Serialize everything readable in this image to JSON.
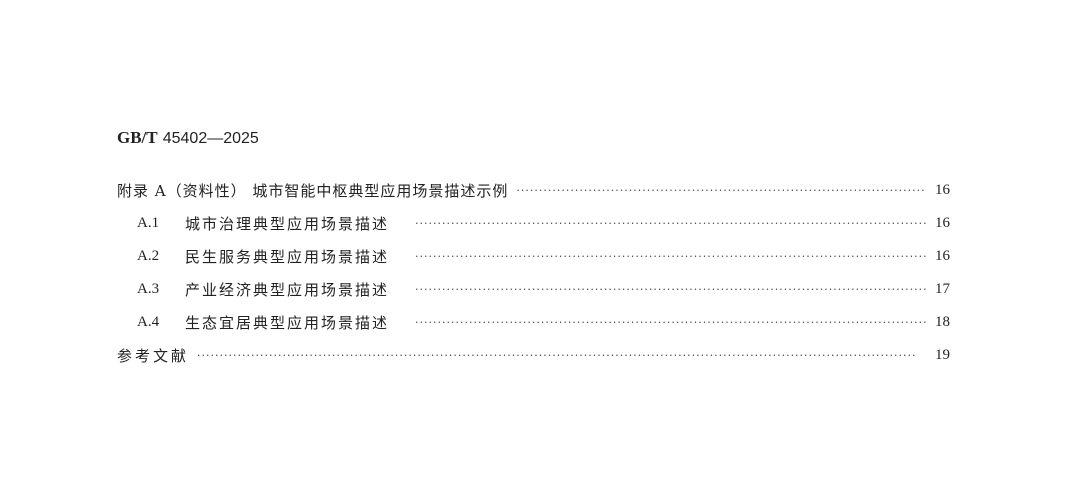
{
  "header": {
    "code": "GB/T",
    "number": "45402—2025"
  },
  "toc": [
    {
      "no": "",
      "title": "附录 A（资料性）  城市智能中枢典型应用场景描述示例",
      "page": "16",
      "sub": false
    },
    {
      "no": "A.1",
      "title": "城市治理典型应用场景描述",
      "page": "16",
      "sub": true
    },
    {
      "no": "A.2",
      "title": "民生服务典型应用场景描述",
      "page": "16",
      "sub": true
    },
    {
      "no": "A.3",
      "title": "产业经济典型应用场景描述",
      "page": "17",
      "sub": true
    },
    {
      "no": "A.4",
      "title": "生态宜居典型应用场景描述",
      "page": "18",
      "sub": true
    },
    {
      "no": "",
      "title": "参考文献",
      "page": "19",
      "sub": false
    }
  ]
}
